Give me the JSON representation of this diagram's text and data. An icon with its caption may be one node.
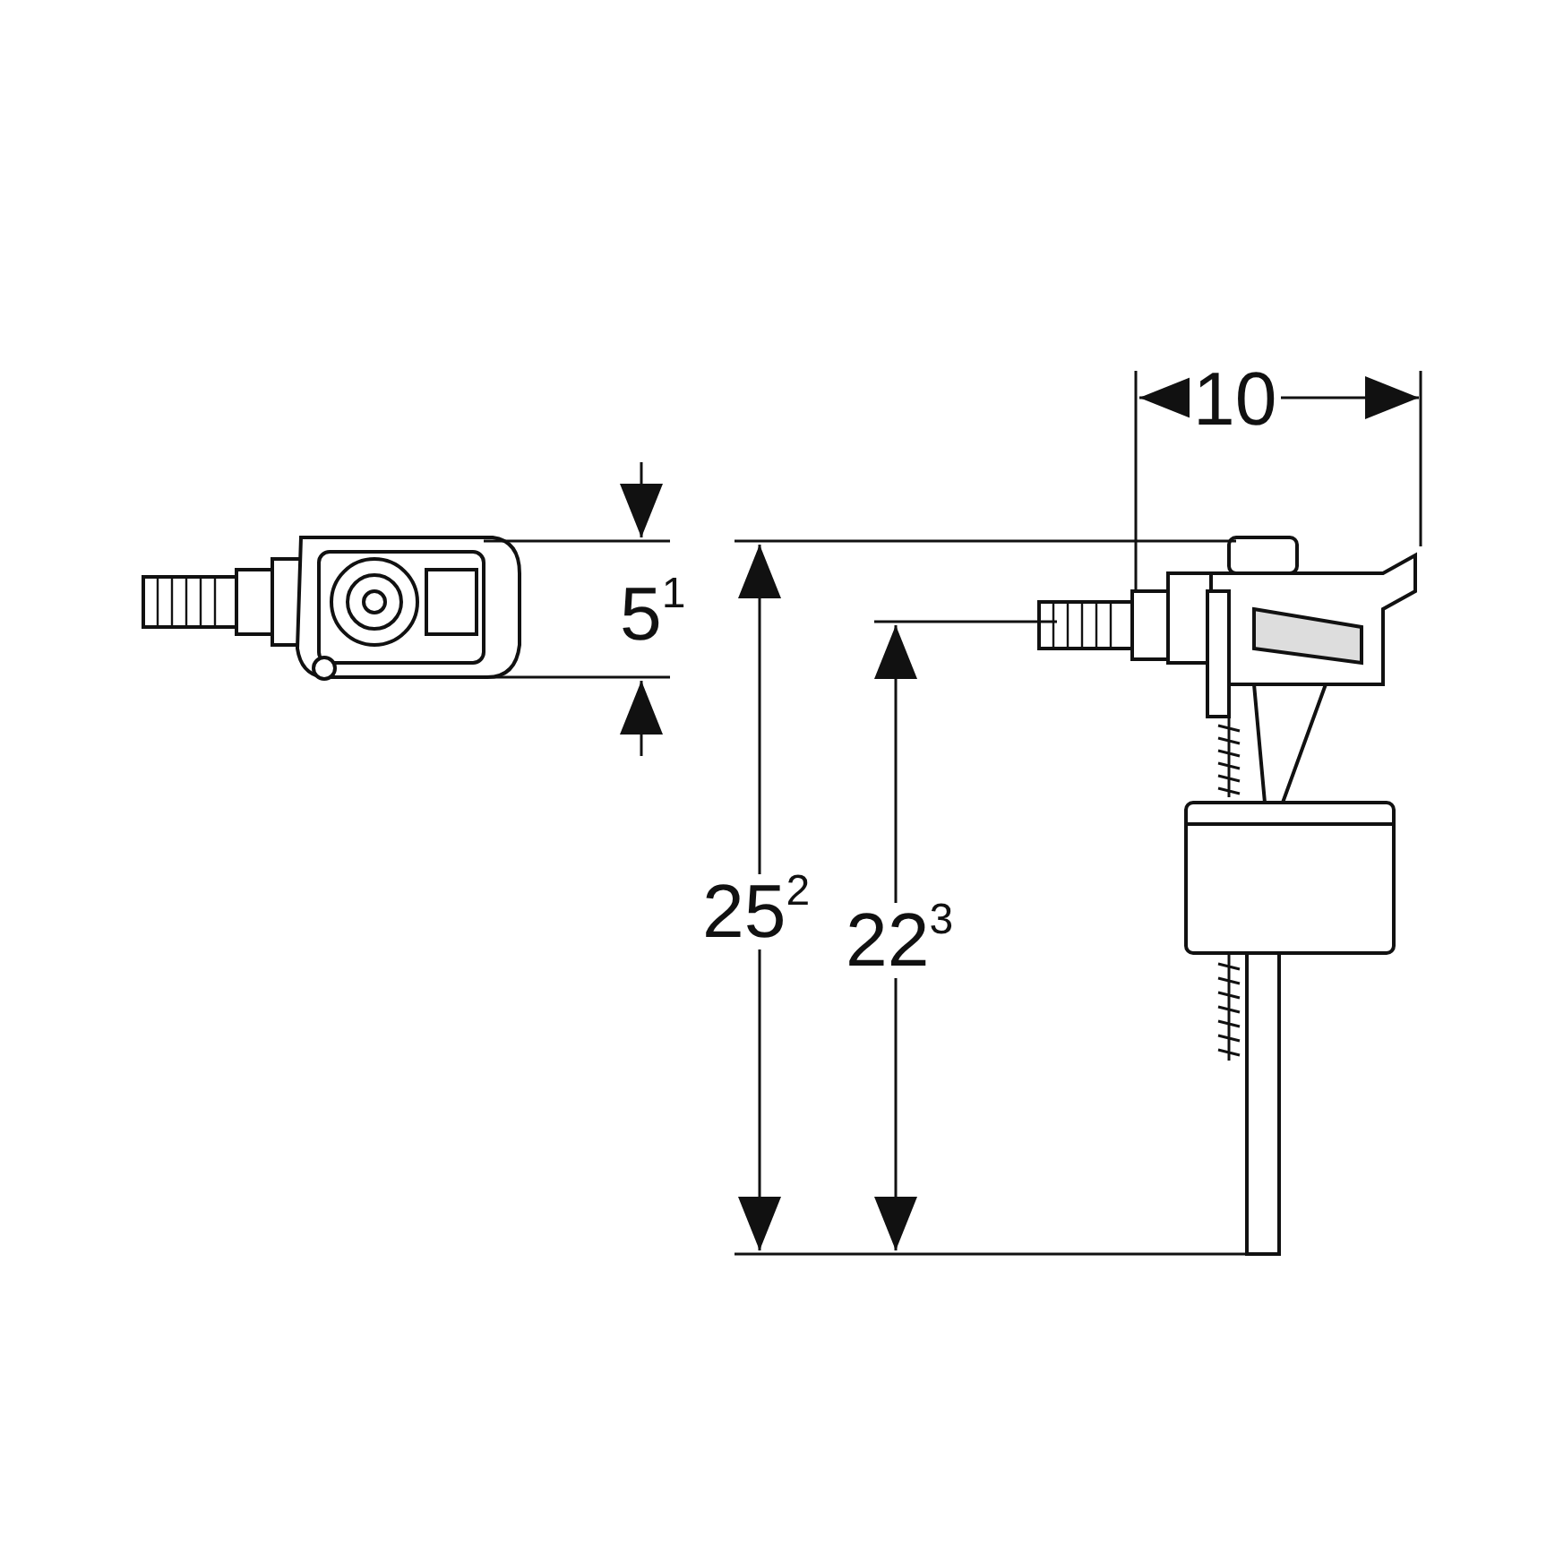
{
  "diagram": {
    "labels": [
      "10",
      "5$^{1}$",
      "25$^{2}$",
      "22$^{3}$"
    ]
  }
}
